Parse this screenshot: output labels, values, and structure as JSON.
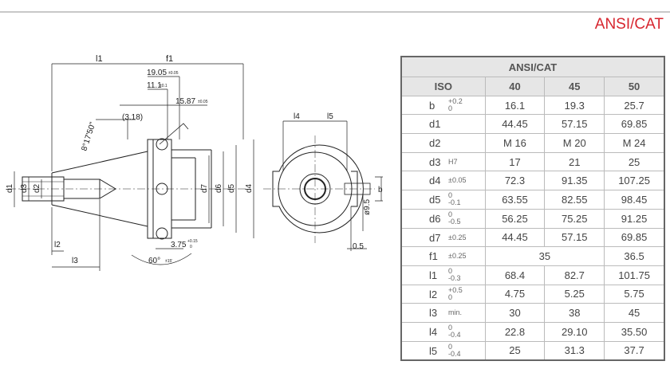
{
  "brand": "ANSI/CAT",
  "drawing": {
    "l1": "l1",
    "f1": "f1",
    "dim_19_05": "19.05",
    "tol_19_05": "±0.05",
    "dim_11_1": "11.1",
    "tol_11_1": "±0.1",
    "dim_15_87": "15.87",
    "tol_15_87": "±0.05",
    "dim_3_18": "(3.18)",
    "angle": "8°17'50\"",
    "d1": "d1",
    "d2": "d2",
    "d3": "d3",
    "d4": "d4",
    "d5": "d5",
    "d6": "d6",
    "d7": "d7",
    "l2": "l2",
    "l3": "l3",
    "dim_3_75": "3.75",
    "tol_3_75_up": "+0.15",
    "tol_3_75_low": "0",
    "angle60": "60°",
    "tol_60": "±15'",
    "l4": "l4",
    "l5": "l5",
    "dia9_5": "ø9.5",
    "b": "b",
    "dim_0_5": "0.5"
  },
  "table": {
    "title": "ANSI/CAT",
    "headers": [
      "ISO",
      "40",
      "45",
      "50"
    ],
    "rows": [
      {
        "sym": "b",
        "tol_up": "+0.2",
        "tol_low": "0",
        "v": [
          "16.1",
          "19.3",
          "25.7"
        ]
      },
      {
        "sym": "d1",
        "tol": "",
        "v": [
          "44.45",
          "57.15",
          "69.85"
        ]
      },
      {
        "sym": "d2",
        "tol": "",
        "v": [
          "M 16",
          "M 20",
          "M 24"
        ]
      },
      {
        "sym": "d3",
        "tol": "H7",
        "v": [
          "17",
          "21",
          "25"
        ]
      },
      {
        "sym": "d4",
        "tol": "±0.05",
        "v": [
          "72.3",
          "91.35",
          "107.25"
        ]
      },
      {
        "sym": "d5",
        "tol_up": "0",
        "tol_low": "-0.1",
        "v": [
          "63.55",
          "82.55",
          "98.45"
        ]
      },
      {
        "sym": "d6",
        "tol_up": "0",
        "tol_low": "-0.5",
        "v": [
          "56.25",
          "75.25",
          "91.25"
        ]
      },
      {
        "sym": "d7",
        "tol": "±0.25",
        "v": [
          "44.45",
          "57.15",
          "69.85"
        ]
      },
      {
        "sym": "f1",
        "tol": "±0.25",
        "v": [
          "35",
          "36.5"
        ]
      },
      {
        "sym": "l1",
        "tol_up": "0",
        "tol_low": "-0.3",
        "v": [
          "68.4",
          "82.7",
          "101.75"
        ]
      },
      {
        "sym": "l2",
        "tol_up": "+0.5",
        "tol_low": "0",
        "v": [
          "4.75",
          "5.25",
          "5.75"
        ]
      },
      {
        "sym": "l3",
        "tol": "min.",
        "v": [
          "30",
          "38",
          "45"
        ]
      },
      {
        "sym": "l4",
        "tol_up": "0",
        "tol_low": "-0.4",
        "v": [
          "22.8",
          "29.10",
          "35.50"
        ]
      },
      {
        "sym": "l5",
        "tol_up": "0",
        "tol_low": "-0.4",
        "v": [
          "25",
          "31.3",
          "37.7"
        ]
      }
    ]
  }
}
